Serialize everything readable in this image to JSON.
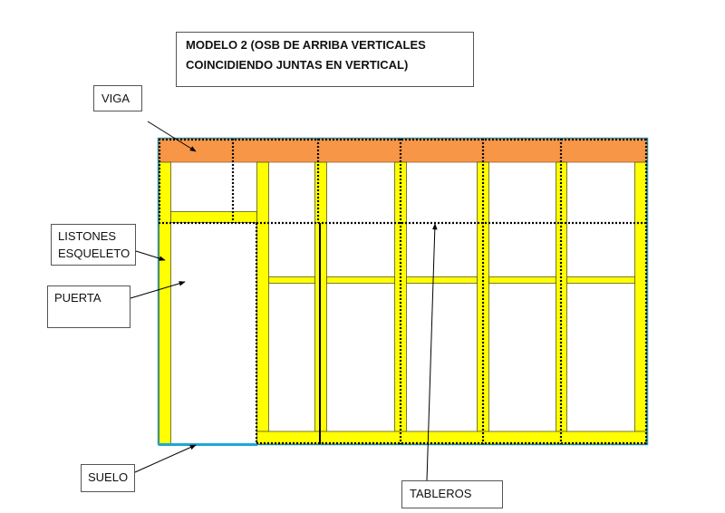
{
  "title": {
    "line1": "MODELO 2 (OSB DE ARRIBA VERTICALES",
    "line2": "COINCIDIENDO JUNTAS EN VERTICAL)"
  },
  "labels": {
    "viga": "VIGA",
    "listones": "LISTONES\nESQUELETO",
    "puerta": "PUERTA",
    "suelo": "SUELO",
    "tableros": "TABLEROS"
  },
  "colors": {
    "beam": "#f79646",
    "stud": "#ffff00",
    "stud_outline": "#5a5a1e",
    "frame": "#1ba7d9",
    "floor": "#1ba7d9",
    "joint": "#000000"
  }
}
